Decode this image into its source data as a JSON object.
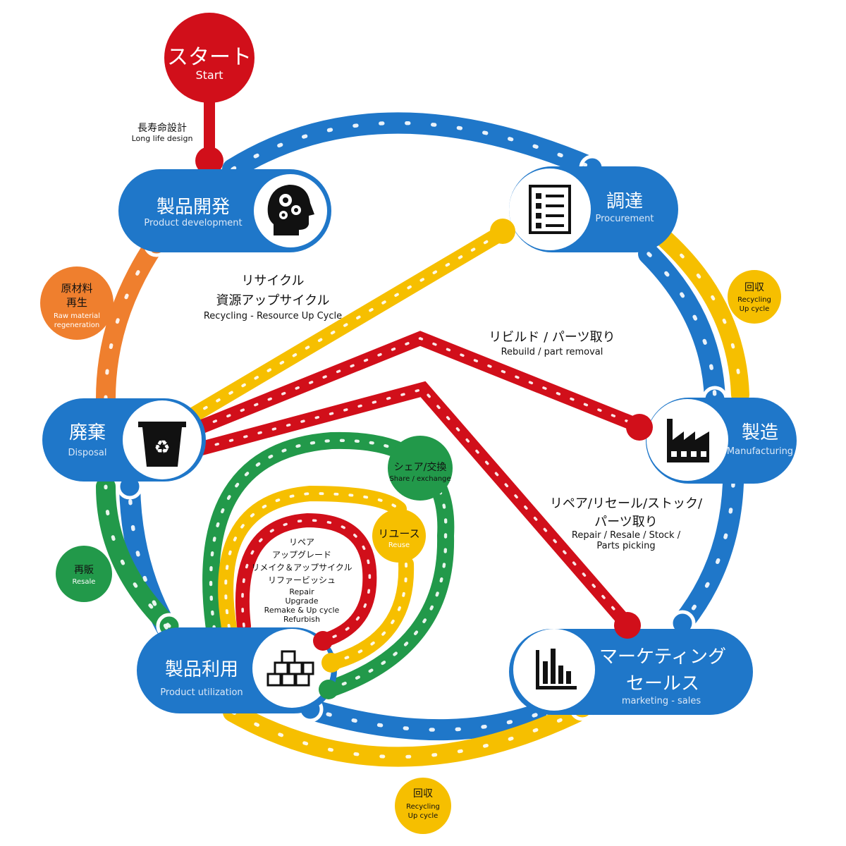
{
  "colors": {
    "blue": "#1f77c9",
    "red": "#d10f1a",
    "yellow": "#f6bf00",
    "green": "#22994a",
    "orange": "#ef7f2e",
    "black": "#111111",
    "white": "#ffffff"
  },
  "start": {
    "ja": "スタート",
    "en": "Start"
  },
  "long_life": {
    "ja": "長寿命設計",
    "en": "Long life design"
  },
  "nodes": {
    "product_development": {
      "ja": "製品開発",
      "en": "Product development",
      "icon": "head-gears-icon"
    },
    "procurement": {
      "ja": "調達",
      "en": "Procurement",
      "icon": "checklist-icon"
    },
    "manufacturing": {
      "ja": "製造",
      "en": "Manufacturing",
      "icon": "factory-icon"
    },
    "marketing": {
      "ja1": "マーケティング",
      "ja2": "セールス",
      "en": "marketing - sales",
      "icon": "bar-chart-icon"
    },
    "product_utilization": {
      "ja": "製品利用",
      "en": "Product utilization",
      "icon": "boxes-icon"
    },
    "disposal": {
      "ja": "廃棄",
      "en": "Disposal",
      "icon": "recycle-bin-icon"
    }
  },
  "badges": {
    "raw_material": {
      "ja1": "原材料",
      "ja2": "再生",
      "en1": "Raw material",
      "en2": "regeneration"
    },
    "recycling_right": {
      "ja": "回収",
      "en1": "Recycling",
      "en2": "Up cycle"
    },
    "recycling_bottom": {
      "ja": "回収",
      "en1": "Recycling",
      "en2": "Up cycle"
    },
    "resale": {
      "ja": "再販",
      "en": "Resale"
    },
    "share": {
      "ja": "シェア/交換",
      "en": "Share / exchange"
    },
    "reuse": {
      "ja": "リユース",
      "en": "Reuse"
    }
  },
  "labels": {
    "recycling": {
      "ja1": "リサイクル",
      "ja2": "資源アップサイクル",
      "en": "Recycling - Resource Up Cycle"
    },
    "rebuild": {
      "ja": "リビルド / パーツ取り",
      "en": "Rebuild / part removal"
    },
    "repair_resale": {
      "ja1": "リペア/リセール/ストック/",
      "ja2": "パーツ取り",
      "en1": "Repair / Resale / Stock /",
      "en2": "Parts picking"
    },
    "repair_inner": {
      "ja1": "リペア",
      "ja2": "アップグレード",
      "ja3": "リメイク＆アップサイクル",
      "ja4": "リファービッシュ",
      "en1": "Repair",
      "en2": "Upgrade",
      "en3": "Remake & Up cycle",
      "en4": "Refurbish"
    }
  }
}
